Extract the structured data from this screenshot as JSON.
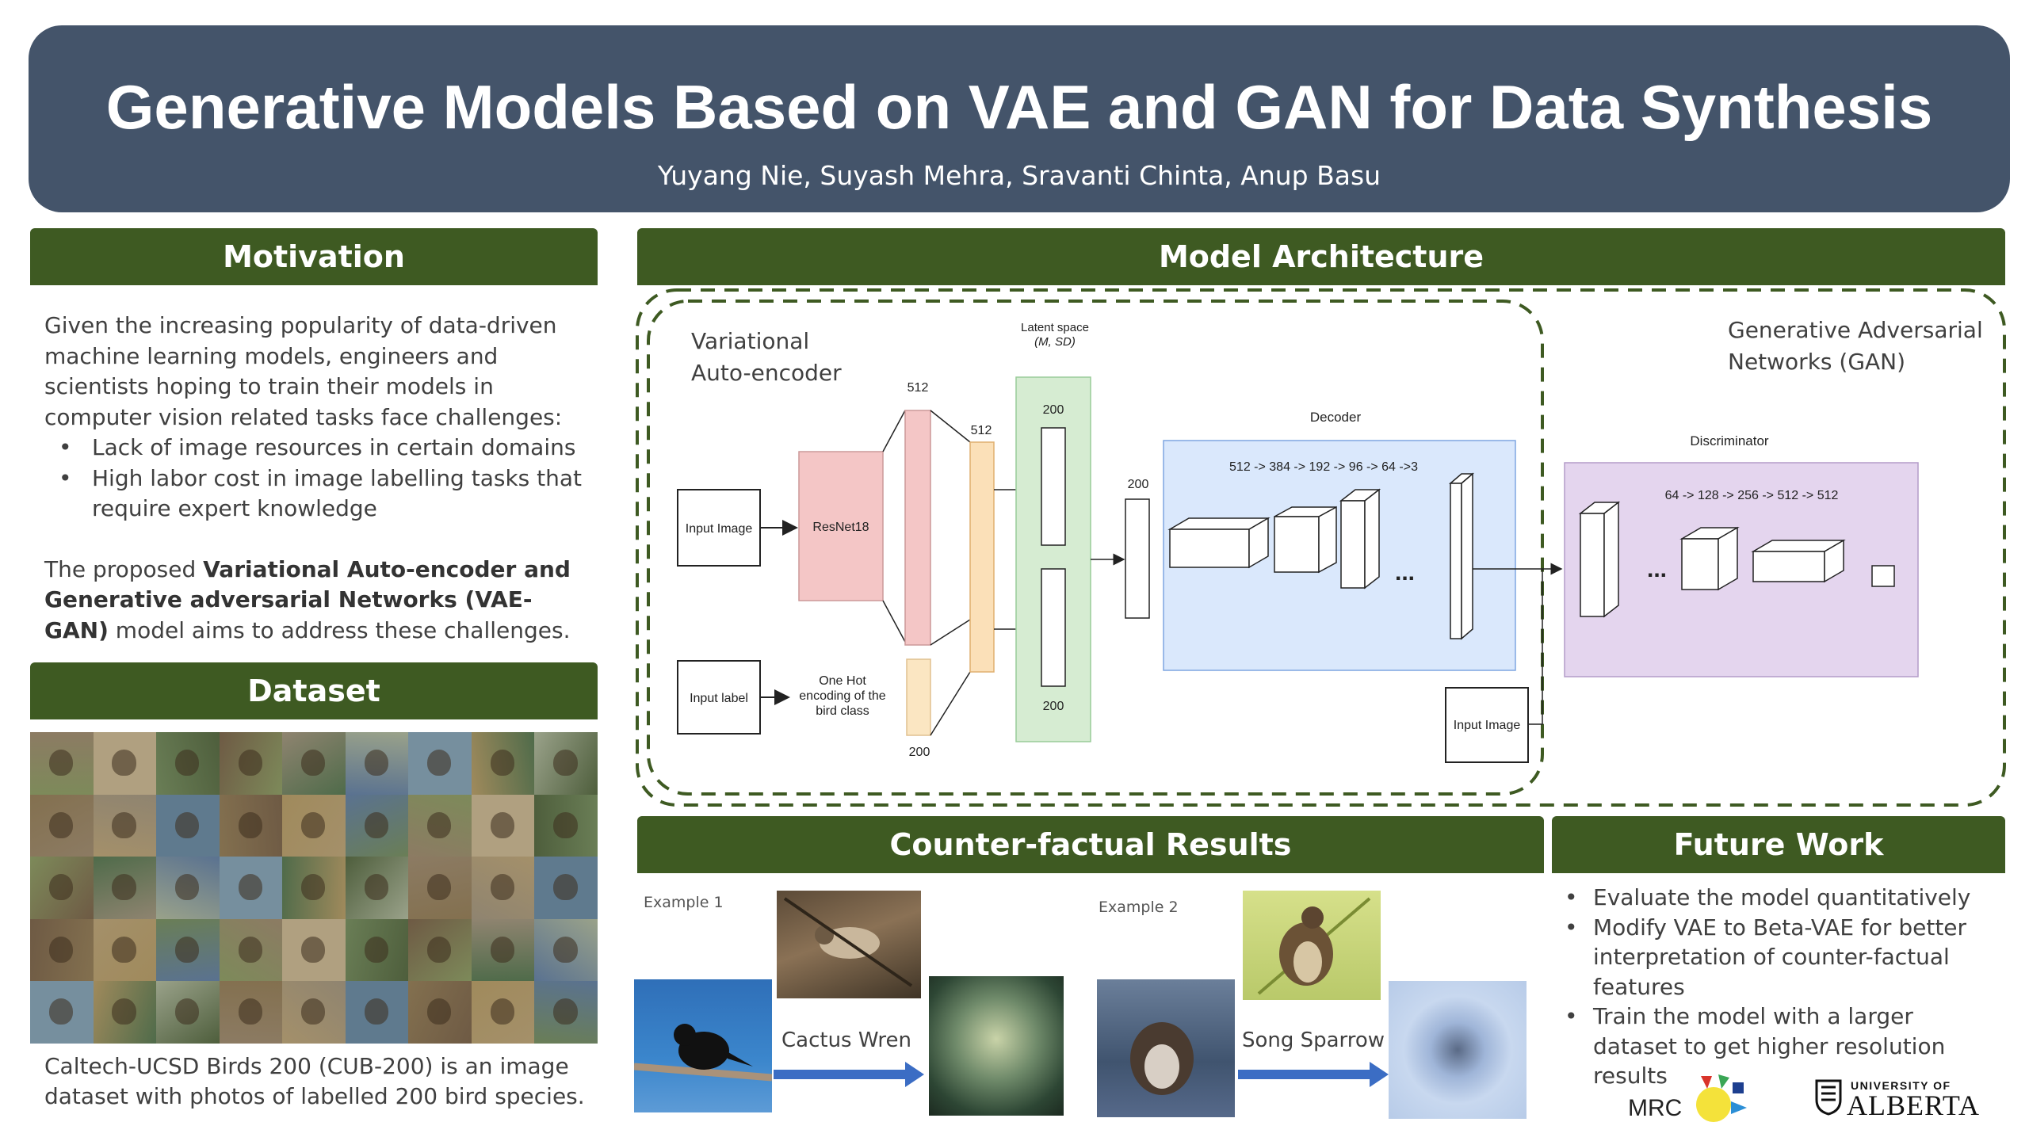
{
  "header": {
    "title": "Generative Models Based on VAE and GAN for Data Synthesis",
    "authors": "Yuyang Nie, Suyash Mehra, Sravanti Chinta, Anup Basu"
  },
  "motivation": {
    "heading": "Motivation",
    "intro": "Given the increasing popularity of data-driven machine learning models, engineers and scientists hoping to train their models in computer vision related tasks face challenges:",
    "bullets": [
      "Lack of image resources in certain domains",
      "High labor cost in image labelling tasks that require expert knowledge"
    ],
    "proposal_pre": "The proposed ",
    "proposal_bold": "Variational Auto-encoder and Generative adversarial Networks (VAE-GAN)",
    "proposal_post": " model aims to address these challenges."
  },
  "dataset": {
    "heading": "Dataset",
    "caption": "Caltech-UCSD Birds 200 (CUB-200) is an image dataset with photos of labelled 200 bird species."
  },
  "architecture": {
    "heading": "Model Architecture",
    "vae_label_1": "Variational",
    "vae_label_2": "Auto-encoder",
    "gan_label_1": "Generative Adversarial",
    "gan_label_2": "Networks (GAN)",
    "input_image": "Input Image",
    "input_label": "Input label",
    "resnet": "ResNet18",
    "one_hot_1": "One Hot",
    "one_hot_2": "encoding of the",
    "one_hot_3": "bird class",
    "dim_512_a": "512",
    "dim_512_b": "512",
    "dim_200_label": "200",
    "latent_1": "Latent space",
    "latent_2": "(M, SD)",
    "latent_top": "200",
    "latent_bottom": "200",
    "z_dim": "200",
    "decoder": "Decoder",
    "decoder_dims": "512 -> 384 -> 192 -> 96 -> 64 ->3",
    "discriminator": "Discriminator",
    "disc_dims": "64 -> 128 -> 256 -> 512 -> 512",
    "disc_input_image": "Input Image",
    "ellipsis": "..."
  },
  "results": {
    "heading": "Counter-factual Results",
    "example1": "Example 1",
    "example2": "Example 2",
    "target1": "Cactus Wren",
    "target2": "Song Sparrow"
  },
  "future": {
    "heading": "Future Work",
    "bullets": [
      "Evaluate the model quantitatively",
      "Modify VAE to Beta-VAE for better interpretation of counter-factual features",
      "Train the model with a larger dataset to get higher resolution results"
    ]
  },
  "logos": {
    "mrc": "MRC",
    "ua_small": "UNIVERSITY OF",
    "ua_big": "ALBERTA"
  }
}
